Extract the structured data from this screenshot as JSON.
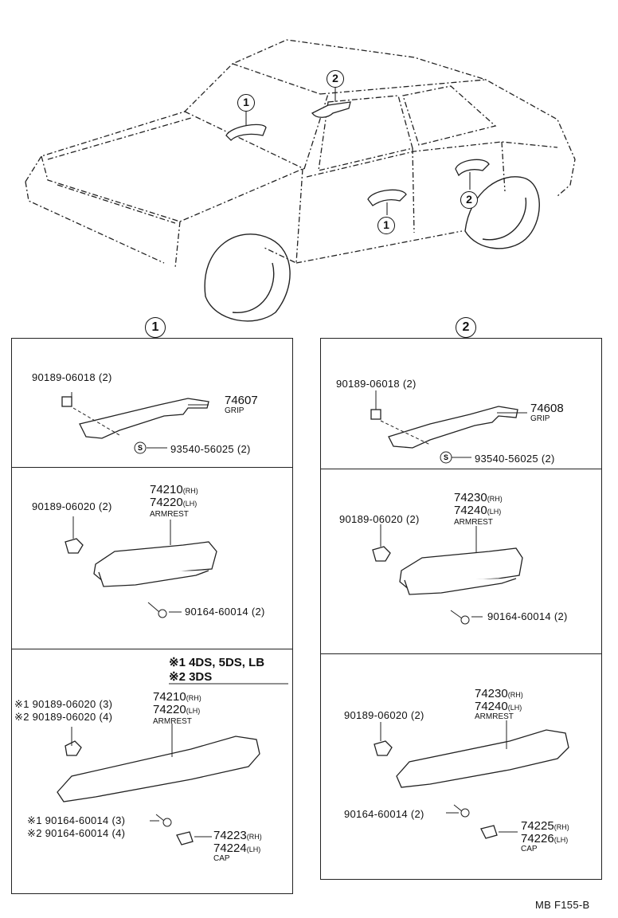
{
  "callouts": {
    "c1": "1",
    "c2": "2"
  },
  "section_labels": {
    "s1": "1",
    "s2": "2"
  },
  "left": {
    "grip": {
      "screw": "90189-06018 (2)",
      "part": "74607",
      "part_name": "GRIP",
      "clip": "93540-56025 (2)"
    },
    "armrest_front": {
      "clip": "90189-06020 (2)",
      "rh": "74210",
      "rh_suffix": "(RH)",
      "lh": "74220",
      "lh_suffix": "(LH)",
      "name": "ARMREST",
      "screw": "90164-60014 (2)"
    },
    "armrest_rear": {
      "note1_mark": "※1",
      "note1": "4DS, 5DS, LB",
      "note2_mark": "※2",
      "note2": "3DS",
      "rh": "74210",
      "rh_suffix": "(RH)",
      "lh": "74220",
      "lh_suffix": "(LH)",
      "name": "ARMREST",
      "clip1": "※1 90189-06020 (3)",
      "clip2": "※2 90189-06020 (4)",
      "screw1": "※1 90164-60014 (3)",
      "screw2": "※2 90164-60014 (4)",
      "cap_rh": "74223",
      "cap_rh_suffix": "(RH)",
      "cap_lh": "74224",
      "cap_lh_suffix": "(LH)",
      "cap_name": "CAP"
    }
  },
  "right": {
    "grip": {
      "screw": "90189-06018 (2)",
      "part": "74608",
      "part_name": "GRIP",
      "clip": "93540-56025 (2)"
    },
    "armrest_front": {
      "clip": "90189-06020 (2)",
      "rh": "74230",
      "rh_suffix": "(RH)",
      "lh": "74240",
      "lh_suffix": "(LH)",
      "name": "ARMREST",
      "screw": "90164-60014 (2)"
    },
    "armrest_rear": {
      "clip": "90189-06020 (2)",
      "rh": "74230",
      "rh_suffix": "(RH)",
      "lh": "74240",
      "lh_suffix": "(LH)",
      "name": "ARMREST",
      "screw": "90164-60014 (2)",
      "cap_rh": "74225",
      "cap_rh_suffix": "(RH)",
      "cap_lh": "74226",
      "cap_lh_suffix": "(LH)",
      "cap_name": "CAP"
    }
  },
  "footer_code": "MB F155-B"
}
